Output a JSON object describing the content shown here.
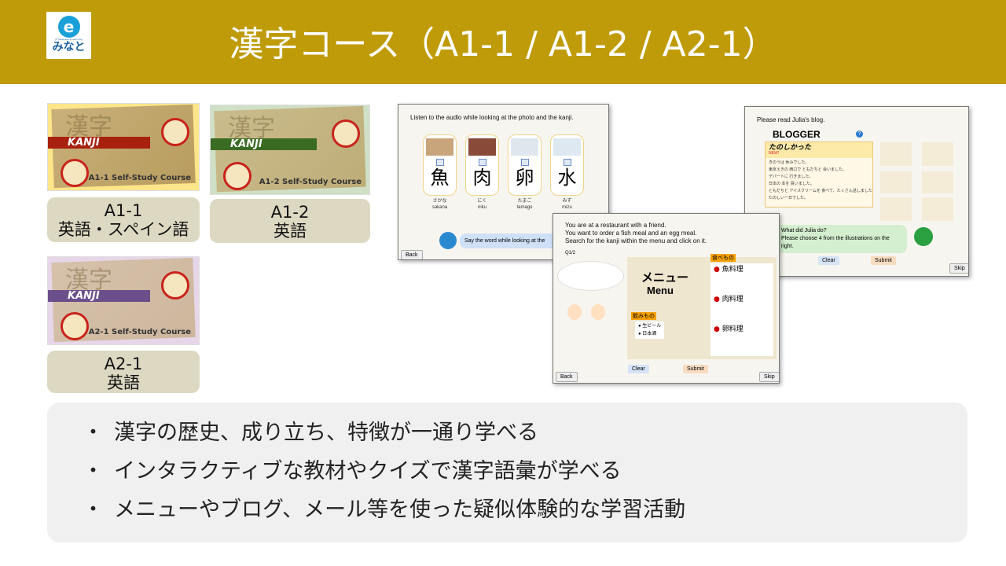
{
  "header": {
    "title": "漢字コース（A1-1 / A1-2 / A2-1）",
    "logo_text": "みなと",
    "logo_subtext": "JF Japanese e-Learning"
  },
  "colors": {
    "header": "#bf9b0a",
    "label_bg": "#dcd8c2",
    "panel_bg": "#f0f0f0",
    "band_a11": "#a8200e",
    "band_a12": "#3a6b22",
    "band_a21": "#6b4f8a"
  },
  "courses": [
    {
      "image_kanji": "漢字",
      "band": "KANJI",
      "image_caption": "A1-1 Self-Study Course",
      "level": "A1-1",
      "languages": "英語・スペイン語"
    },
    {
      "image_kanji": "漢字",
      "band": "KANJI",
      "image_caption": "A1-2 Self-Study Course",
      "level": "A1-2",
      "languages": "英語"
    },
    {
      "image_kanji": "漢字",
      "band": "KANJI",
      "image_caption": "A2-1 Self-Study Course",
      "level": "A2-1",
      "languages": "英語"
    }
  ],
  "screens": {
    "listen": {
      "instruction": "Listen to the audio while looking at the photo and the kanji.",
      "cards": [
        {
          "kanji": "魚",
          "kana": "さかな",
          "romaji": "sakana"
        },
        {
          "kanji": "肉",
          "kana": "にく",
          "romaji": "niku"
        },
        {
          "kanji": "卵",
          "kana": "たまご",
          "romaji": "tamago"
        },
        {
          "kanji": "水",
          "kana": "みず",
          "romaji": "mizu"
        }
      ],
      "bubble": "Say the word while looking at the",
      "back": "Back"
    },
    "menu": {
      "line1": "You are at a restaurant with a friend.",
      "line2": "You want to order a fish meal and an egg meal.",
      "line3": "Search for the kanji within the menu and click on it.",
      "progress": "Q1/2",
      "menu_title": "メニュー",
      "menu_en": "Menu",
      "food_header": "食べもの",
      "drink_header": "飲みもの",
      "sections": [
        "魚料理",
        "肉料理",
        "卵料理"
      ],
      "drinks": [
        "生ビール",
        "日本酒"
      ],
      "clear": "Clear",
      "submit": "Submit",
      "back": "Back",
      "skip": "Skip"
    },
    "blog": {
      "instruction": "Please read Julia's blog.",
      "blogger": "BLOGGER",
      "post_title": "たのしかった",
      "new_tag": "NEW!",
      "lines": [
        "きのうは 休みでした。",
        "東京えきの 西口で ともだちと 会いました。",
        "デパートに 行きました。",
        "日本の 本を 買いました。",
        "ともだちと アイスクリームを 食べて、たくさん話しました。",
        "たのしい一日でした。"
      ],
      "q1": "What did Julia do?",
      "q2": "Please choose 4 from the illustrations on the right.",
      "clear": "Clear",
      "submit": "Submit",
      "skip": "Skip"
    }
  },
  "bullets": [
    "漢字の歴史、成り立ち、特徴が一通り学べる",
    "インタラクティブな教材やクイズで漢字語彙が学べる",
    "メニューやブログ、メール等を使った疑似体験的な学習活動"
  ],
  "bullet_marker": "・"
}
